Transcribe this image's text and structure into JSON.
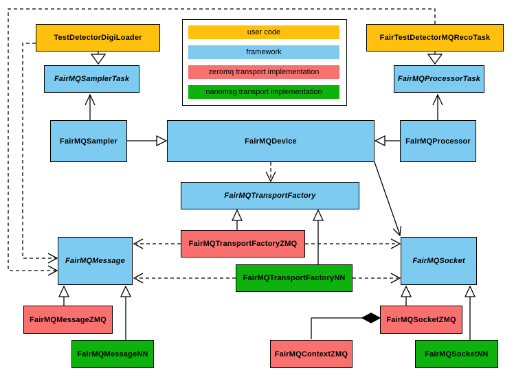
{
  "colors": {
    "user_code": "#FFC10D",
    "framework": "#7DCBF0",
    "zeromq": "#F8716F",
    "nanomsg": "#0DB20D",
    "line": "#000000",
    "background": "#FFFFFF"
  },
  "legend": {
    "items": [
      {
        "label": "user code",
        "color": "#FFC10D"
      },
      {
        "label": "framework",
        "color": "#7DCBF0"
      },
      {
        "label": "zeromq transport implementation",
        "color": "#F8716F"
      },
      {
        "label": "nanomsg transport implementation",
        "color": "#0DB20D"
      }
    ]
  },
  "nodes": {
    "test_detector_digi_loader": {
      "label": "TestDetectorDigiLoader",
      "color": "#FFC10D",
      "abstract": false
    },
    "fair_test_detector_mq_reco_task": {
      "label": "FairTestDetectorMQRecoTask",
      "color": "#FFC10D",
      "abstract": false
    },
    "fair_mq_sampler_task": {
      "label": "FairMQSamplerTask",
      "color": "#7DCBF0",
      "abstract": true
    },
    "fair_mq_processor_task": {
      "label": "FairMQProcessorTask",
      "color": "#7DCBF0",
      "abstract": true
    },
    "fair_mq_sampler": {
      "label": "FairMQSampler",
      "color": "#7DCBF0",
      "abstract": false
    },
    "fair_mq_device": {
      "label": "FairMQDevice",
      "color": "#7DCBF0",
      "abstract": false
    },
    "fair_mq_processor": {
      "label": "FairMQProcessor",
      "color": "#7DCBF0",
      "abstract": false
    },
    "fair_mq_transport_factory": {
      "label": "FairMQTransportFactory",
      "color": "#7DCBF0",
      "abstract": true
    },
    "fair_mq_transport_factory_zmq": {
      "label": "FairMQTransportFactoryZMQ",
      "color": "#F8716F",
      "abstract": false
    },
    "fair_mq_transport_factory_nn": {
      "label": "FairMQTransportFactoryNN",
      "color": "#0DB20D",
      "abstract": false
    },
    "fair_mq_message": {
      "label": "FairMQMessage",
      "color": "#7DCBF0",
      "abstract": true
    },
    "fair_mq_socket": {
      "label": "FairMQSocket",
      "color": "#7DCBF0",
      "abstract": true
    },
    "fair_mq_message_zmq": {
      "label": "FairMQMessageZMQ",
      "color": "#F8716F",
      "abstract": false
    },
    "fair_mq_message_nn": {
      "label": "FairMQMessageNN",
      "color": "#0DB20D",
      "abstract": false
    },
    "fair_mq_context_zmq": {
      "label": "FairMQContextZMQ",
      "color": "#F8716F",
      "abstract": false
    },
    "fair_mq_socket_zmq": {
      "label": "FairMQSocketZMQ",
      "color": "#F8716F",
      "abstract": false
    },
    "fair_mq_socket_nn": {
      "label": "FairMQSocketNN",
      "color": "#0DB20D",
      "abstract": false
    }
  },
  "edges": [
    {
      "from": "TestDetectorDigiLoader",
      "to": "FairMQSamplerTask",
      "type": "inheritance"
    },
    {
      "from": "FairTestDetectorMQRecoTask",
      "to": "FairMQProcessorTask",
      "type": "inheritance"
    },
    {
      "from": "FairMQSampler",
      "to": "FairMQSamplerTask",
      "type": "association"
    },
    {
      "from": "FairMQProcessor",
      "to": "FairMQProcessorTask",
      "type": "association"
    },
    {
      "from": "FairMQSampler",
      "to": "FairMQDevice",
      "type": "inheritance"
    },
    {
      "from": "FairMQProcessor",
      "to": "FairMQDevice",
      "type": "inheritance"
    },
    {
      "from": "FairMQDevice",
      "to": "FairMQTransportFactory",
      "type": "dependency"
    },
    {
      "from": "FairMQDevice",
      "to": "FairMQSocket",
      "type": "association"
    },
    {
      "from": "FairMQTransportFactoryZMQ",
      "to": "FairMQTransportFactory",
      "type": "inheritance"
    },
    {
      "from": "FairMQTransportFactoryNN",
      "to": "FairMQTransportFactory",
      "type": "inheritance"
    },
    {
      "from": "FairMQTransportFactoryZMQ",
      "to": "FairMQMessage",
      "type": "dependency"
    },
    {
      "from": "FairMQTransportFactoryZMQ",
      "to": "FairMQSocket",
      "type": "dependency"
    },
    {
      "from": "FairMQTransportFactoryNN",
      "to": "FairMQMessage",
      "type": "dependency"
    },
    {
      "from": "FairMQTransportFactoryNN",
      "to": "FairMQSocket",
      "type": "dependency"
    },
    {
      "from": "TestDetectorDigiLoader",
      "to": "FairMQMessage",
      "type": "dependency"
    },
    {
      "from": "FairTestDetectorMQRecoTask",
      "to": "FairMQMessage",
      "type": "dependency"
    },
    {
      "from": "FairMQMessageZMQ",
      "to": "FairMQMessage",
      "type": "inheritance"
    },
    {
      "from": "FairMQMessageNN",
      "to": "FairMQMessage",
      "type": "inheritance"
    },
    {
      "from": "FairMQSocketZMQ",
      "to": "FairMQSocket",
      "type": "inheritance"
    },
    {
      "from": "FairMQSocketNN",
      "to": "FairMQSocket",
      "type": "inheritance"
    },
    {
      "from": "FairMQContextZMQ",
      "to": "FairMQSocketZMQ",
      "type": "composition"
    }
  ]
}
